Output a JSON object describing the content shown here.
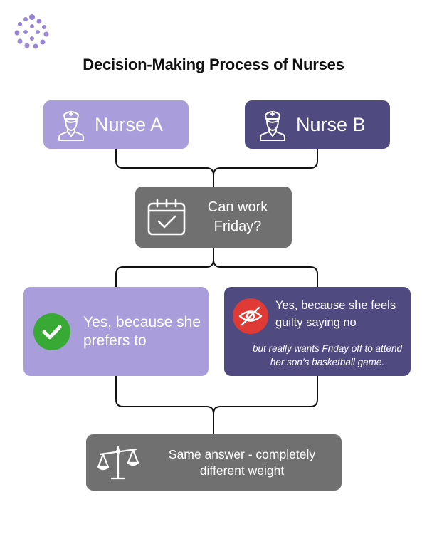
{
  "title": "Decision-Making Process of Nurses",
  "nodes": {
    "nurse_a": {
      "label": "Nurse A",
      "icon": "nurse-icon"
    },
    "nurse_b": {
      "label": "Nurse B",
      "icon": "nurse-icon"
    },
    "question": {
      "label": "Can work Friday?",
      "icon": "calendar-check-icon"
    },
    "yes_a": {
      "label": "Yes, because she prefers to",
      "icon": "check-circle-icon"
    },
    "yes_b": {
      "label": "Yes, because she feels guilty saying no",
      "note": "but really wants Friday off to attend her son’s basketball game.",
      "icon": "eye-off-icon"
    },
    "result": {
      "label": "Same answer - completely different weight",
      "icon": "scale-icon"
    }
  },
  "colors": {
    "light_purple": "#a99ddb",
    "dark_purple": "#4f4a80",
    "gray": "#707070",
    "green": "#39a935",
    "red": "#e03a36",
    "connector": "#111111"
  }
}
